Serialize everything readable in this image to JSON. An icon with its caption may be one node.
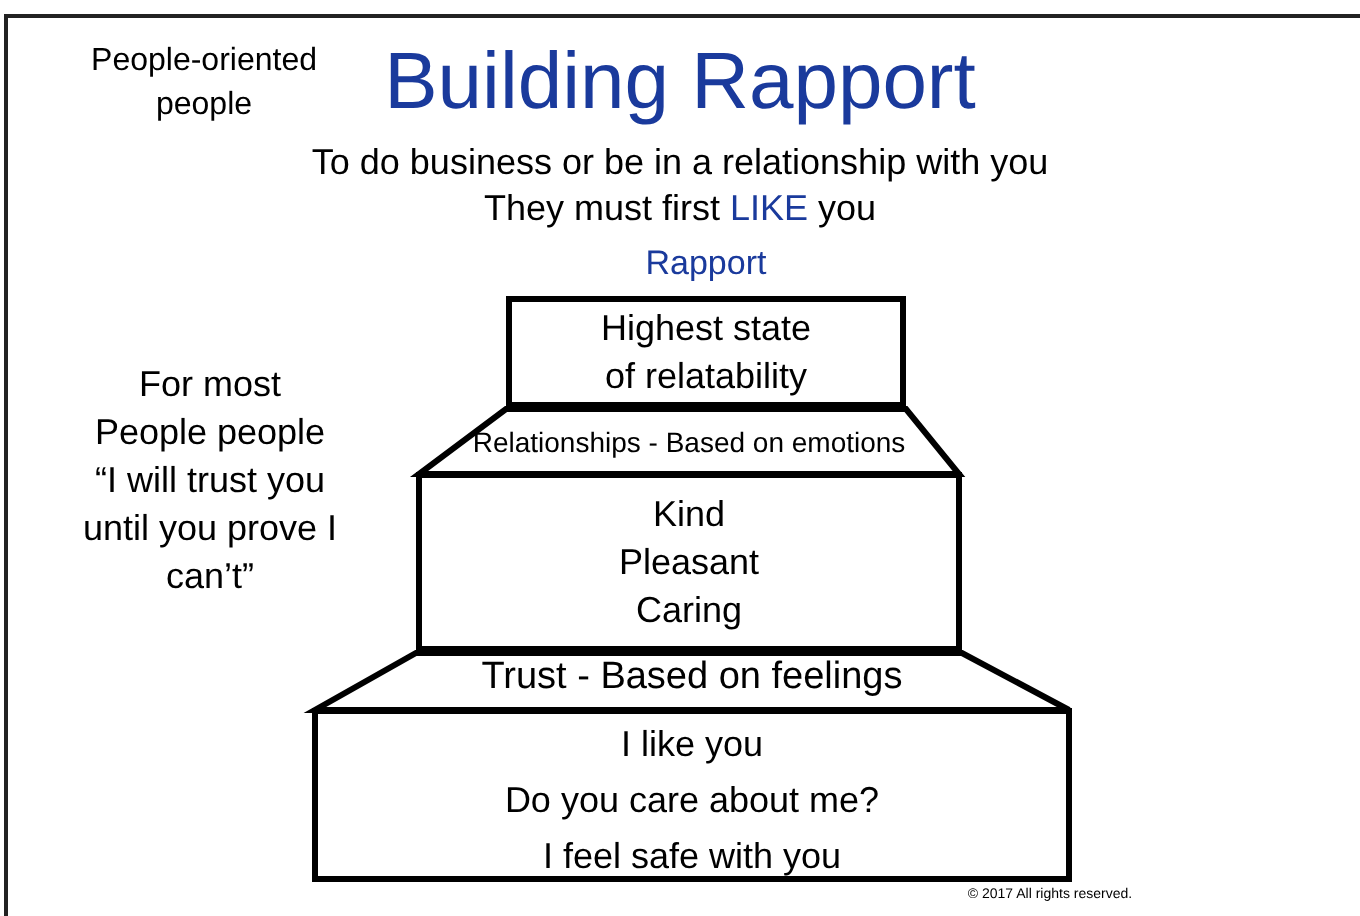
{
  "diagram": {
    "title": "Building Rapport",
    "nodes": [
      {
        "text": [
          "Rapport",
          "Highest state of relatability"
        ]
      },
      {
        "text": [
          "Relationships - Based on emotions"
        ]
      },
      {
        "text": [
          "Kind",
          "Pleasant",
          "Caring"
        ]
      },
      {
        "text": [
          "Trust - Based on feelings"
        ]
      },
      {
        "text": [
          "I like you",
          "Do you care about me?",
          "I feel safe with you"
        ]
      }
    ],
    "edges": [],
    "labels": [
      "People-oriented people",
      "To do business or be in a relationship with you",
      "They must first **LIKE** you",
      "For most People people “I will trust you until you prove I can’t”",
      "© 2017 All rights reserved."
    ]
  }
}
